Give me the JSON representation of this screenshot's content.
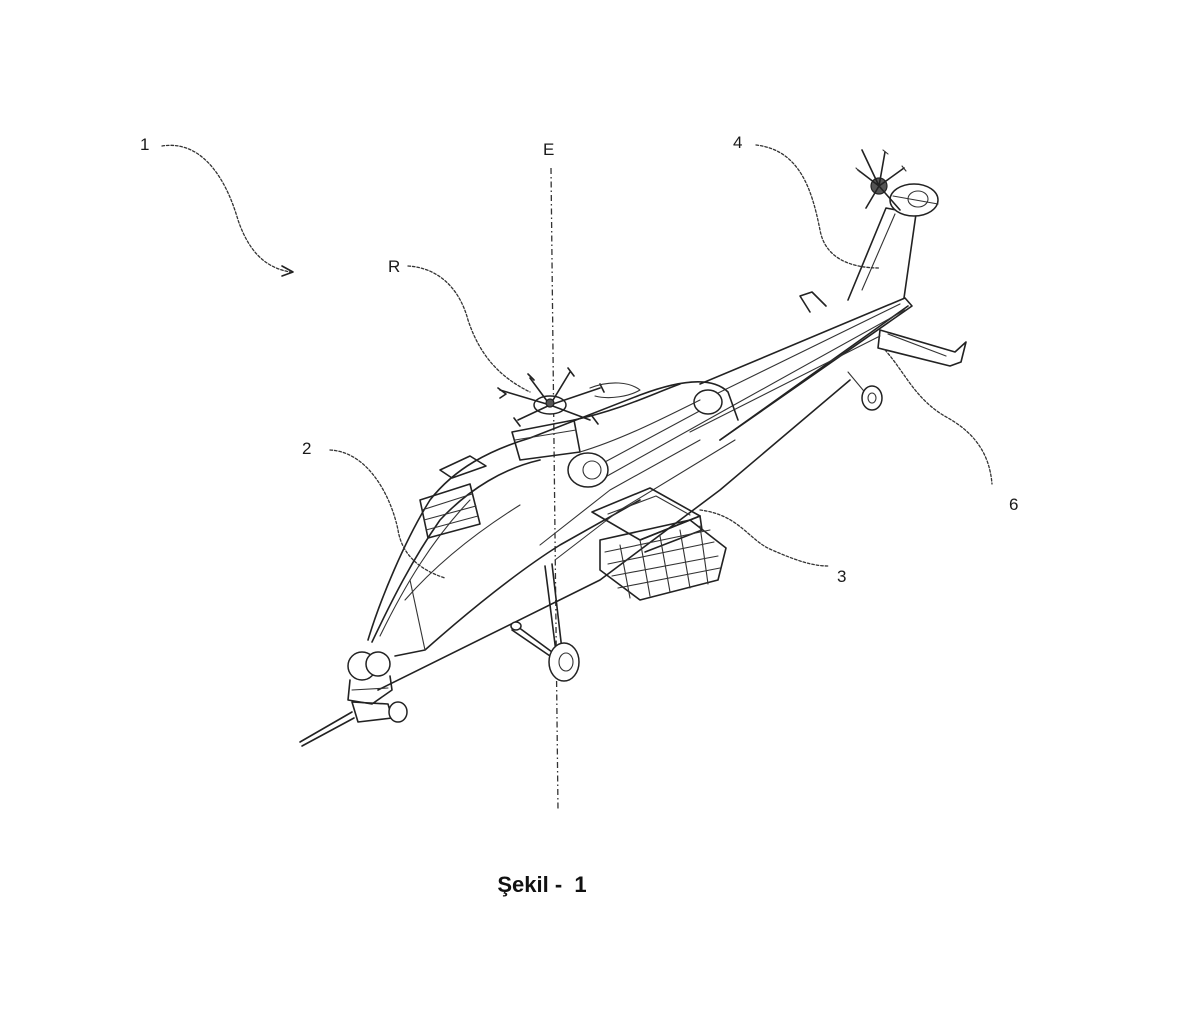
{
  "figure": {
    "caption": "Şekil -  1",
    "axis_label": "E",
    "labels": {
      "helicopter": "1",
      "fuselage": "2",
      "wing": "3",
      "tail": "4",
      "horizontal_stabilizer": "6",
      "rotor": "R"
    }
  }
}
